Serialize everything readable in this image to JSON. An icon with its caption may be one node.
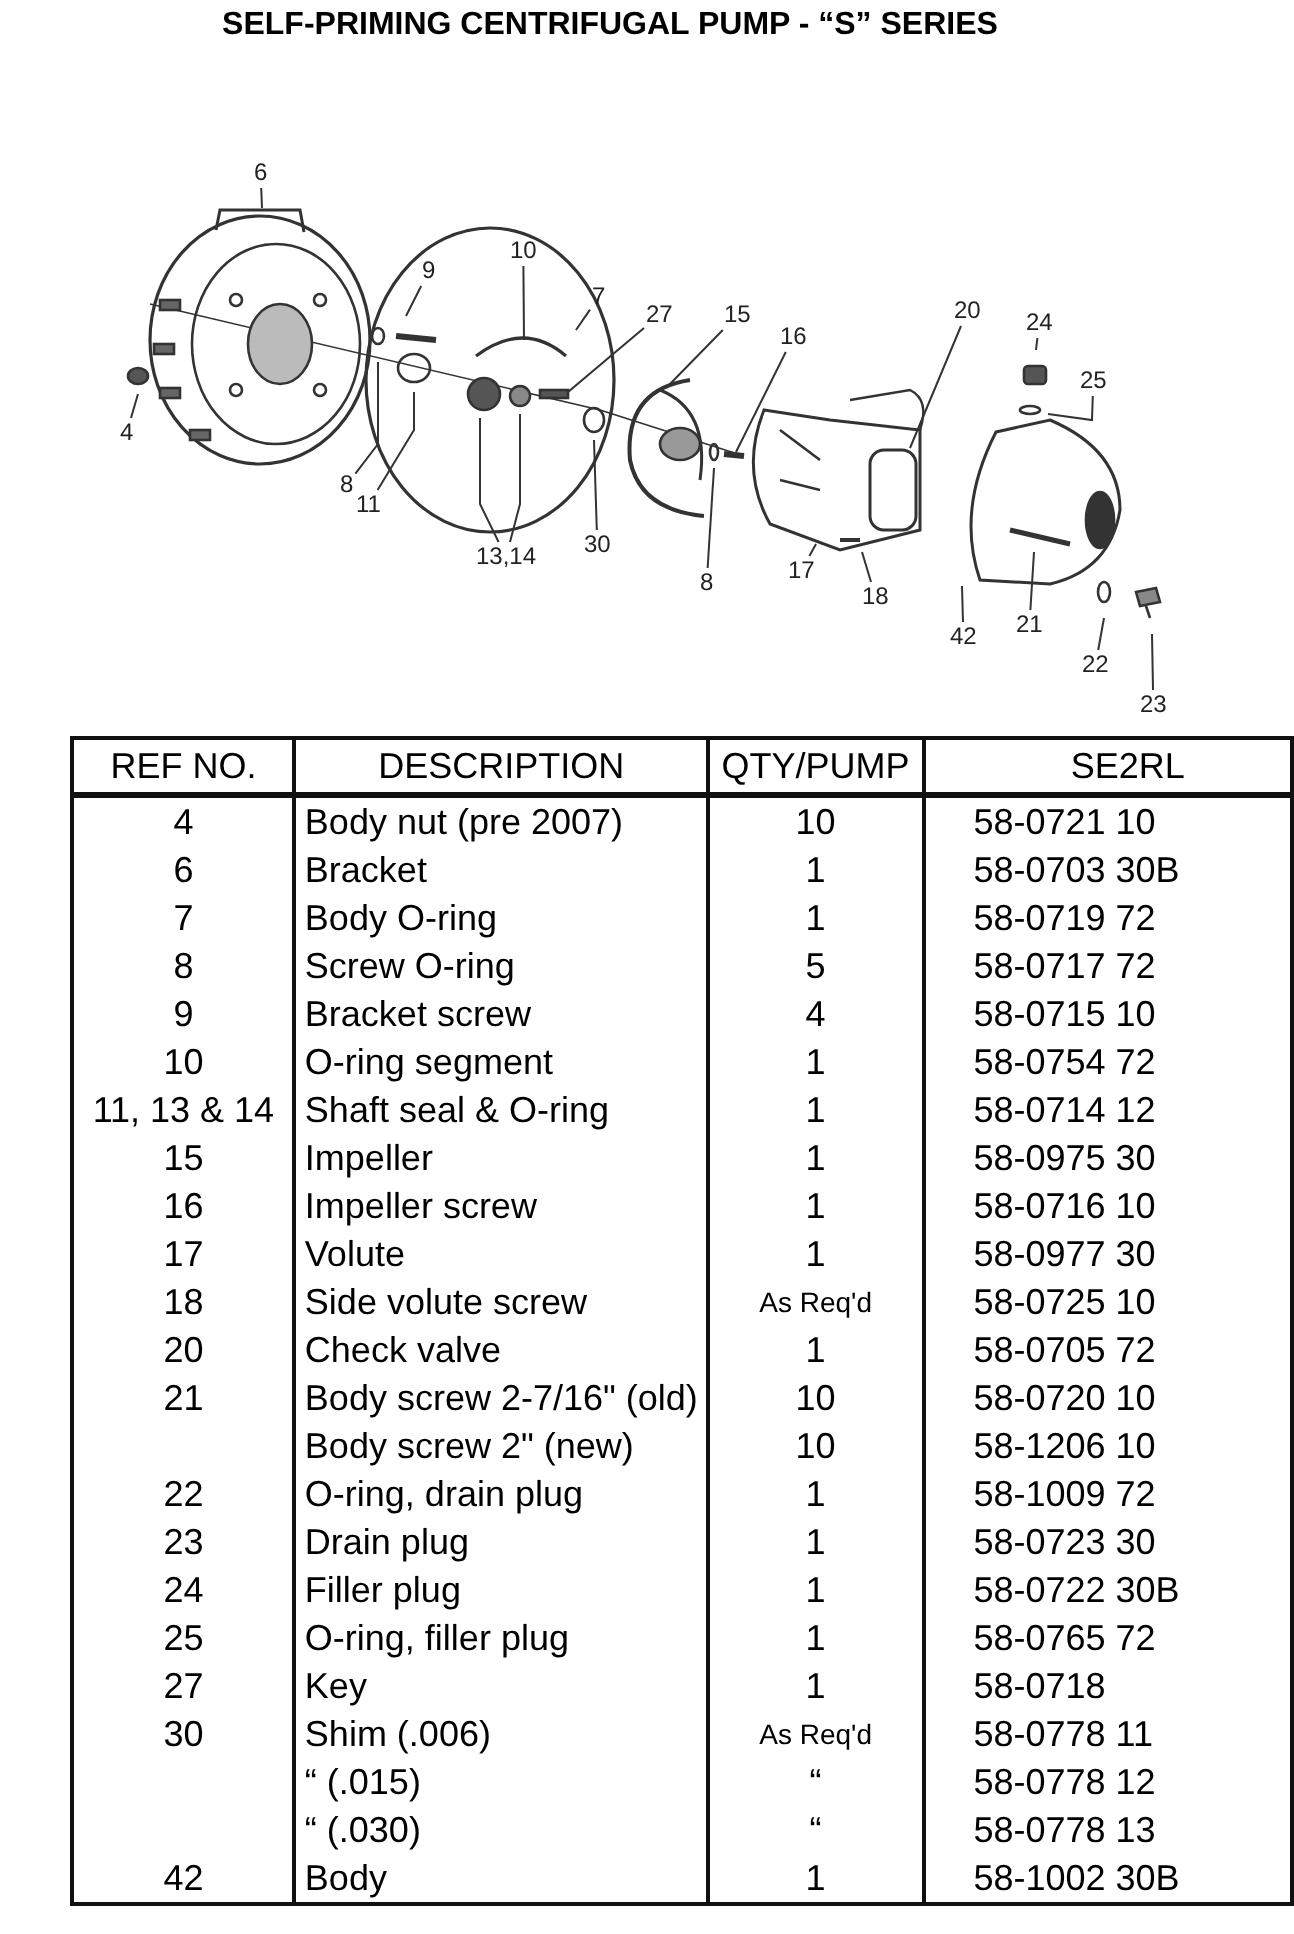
{
  "diagram": {
    "title": "SELF-PRIMING CENTRIFUGAL PUMP - “S” SERIES",
    "nodes": [
      {
        "text": [
          "6"
        ]
      },
      {
        "text": [
          "10"
        ]
      },
      {
        "text": [
          "9"
        ]
      },
      {
        "text": [
          "7"
        ]
      },
      {
        "text": [
          "27"
        ]
      },
      {
        "text": [
          "15"
        ]
      },
      {
        "text": [
          "20"
        ]
      },
      {
        "text": [
          "16"
        ]
      },
      {
        "text": [
          "24"
        ]
      },
      {
        "text": [
          "25"
        ]
      },
      {
        "text": [
          "4"
        ]
      },
      {
        "text": [
          "8"
        ]
      },
      {
        "text": [
          "11"
        ]
      },
      {
        "text": [
          "13,14"
        ]
      },
      {
        "text": [
          "30"
        ]
      },
      {
        "text": [
          "8"
        ]
      },
      {
        "text": [
          "17"
        ]
      },
      {
        "text": [
          "18"
        ]
      },
      {
        "text": [
          "42"
        ]
      },
      {
        "text": [
          "21"
        ]
      },
      {
        "text": [
          "22"
        ]
      },
      {
        "text": [
          "23"
        ]
      }
    ],
    "edges": [
      {
        "from": 0,
        "to": null,
        "arrow": "none"
      },
      {
        "from": 1,
        "to": null,
        "arrow": "none"
      },
      {
        "from": 2,
        "to": null,
        "arrow": "none"
      },
      {
        "from": 3,
        "to": null,
        "arrow": "none"
      },
      {
        "from": 4,
        "to": null,
        "arrow": "none"
      },
      {
        "from": 5,
        "to": null,
        "arrow": "none"
      },
      {
        "from": 6,
        "to": null,
        "arrow": "none"
      },
      {
        "from": 7,
        "to": null,
        "arrow": "none"
      },
      {
        "from": 8,
        "to": null,
        "arrow": "none"
      },
      {
        "from": 9,
        "to": null,
        "arrow": "none"
      },
      {
        "from": 10,
        "to": null,
        "arrow": "none"
      },
      {
        "from": 11,
        "to": null,
        "arrow": "none"
      },
      {
        "from": 12,
        "to": null,
        "arrow": "none"
      },
      {
        "from": 13,
        "to": null,
        "arrow": "none"
      },
      {
        "from": 13,
        "to": null,
        "arrow": "none"
      },
      {
        "from": 14,
        "to": null,
        "arrow": "none"
      },
      {
        "from": 15,
        "to": null,
        "arrow": "none"
      },
      {
        "from": 16,
        "to": null,
        "arrow": "none"
      },
      {
        "from": 17,
        "to": null,
        "arrow": "none"
      },
      {
        "from": 18,
        "to": null,
        "arrow": "none"
      },
      {
        "from": 19,
        "to": null,
        "arrow": "none"
      },
      {
        "from": 20,
        "to": null,
        "arrow": "none"
      },
      {
        "from": 21,
        "to": null,
        "arrow": "none"
      }
    ],
    "labels": [
      "REF NO.",
      "DESCRIPTION",
      "QTY/PUMP",
      "SE2RL",
      "4",
      "Body nut (pre 2007)",
      "10",
      "58-0721 10",
      "6",
      "Bracket",
      "1",
      "58-0703 30B",
      "7",
      "Body O-ring",
      "1",
      "58-0719 72",
      "8",
      "Screw O-ring",
      "5",
      "58-0717 72",
      "9",
      "Bracket screw",
      "4",
      "58-0715 10",
      "10",
      "O-ring segment",
      "1",
      "58-0754 72",
      "11, 13 & 14",
      "Shaft seal & O-ring",
      "1",
      "58-0714 12",
      "15",
      "Impeller",
      "1",
      "58-0975 30",
      "16",
      "Impeller screw",
      "1",
      "58-0716 10",
      "17",
      "Volute",
      "1",
      "58-0977 30",
      "18",
      "Side volute screw",
      "As Req'd",
      "58-0725 10",
      "20",
      "Check valve",
      "1",
      "58-0705 72",
      "21",
      "Body screw 2-7/16\" (old)",
      "10",
      "58-0720 10",
      "Body screw 2\" (new)",
      "10",
      "58-1206 10",
      "22",
      "O-ring, drain plug",
      "1",
      "58-1009 72",
      "23",
      "Drain plug",
      "1",
      "58-0723 30",
      "24",
      "Filler plug",
      "1",
      "58-0722 30B",
      "25",
      "O-ring, filler plug",
      "1",
      "58-0765 72",
      "27",
      "Key",
      "1",
      "58-0718",
      "30",
      "Shim (.006)",
      "As Req'd",
      "58-0778 11",
      "“ (.015)",
      "“",
      "58-0778 12",
      "“ (.030)",
      "“",
      "58-0778 13",
      "42",
      "Body",
      "1",
      "58-1002 30B"
    ]
  }
}
